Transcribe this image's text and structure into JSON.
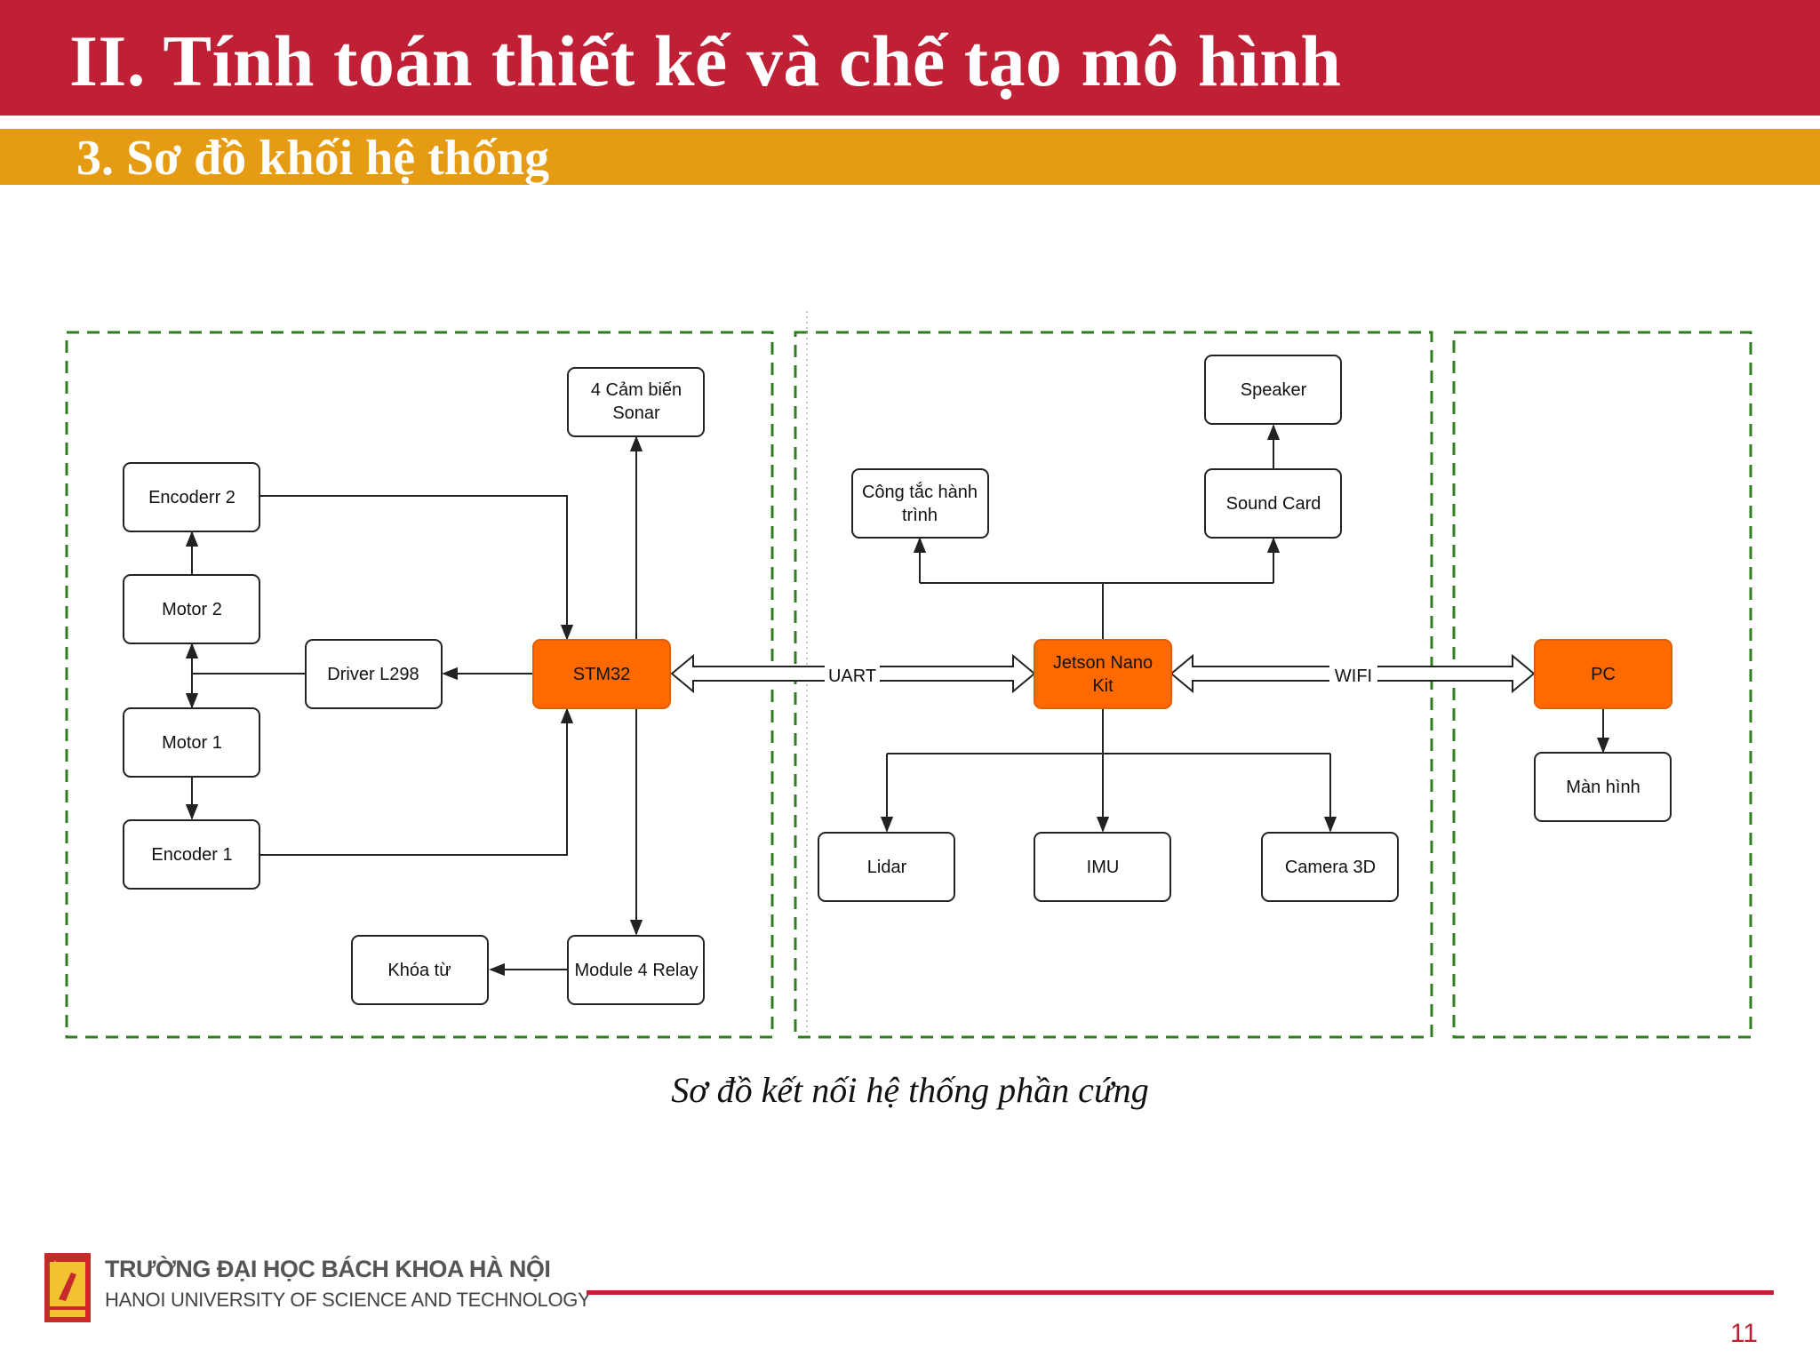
{
  "header": {
    "title": "II.  Tính toán thiết kế và chế tạo mô hình",
    "subtitle": "3. Sơ đồ khối hệ thống"
  },
  "diagram": {
    "nodes": {
      "sonar": [
        "4 Cảm biến",
        "Sonar"
      ],
      "encoder2": [
        "Encoderr 2"
      ],
      "motor2": [
        "Motor 2"
      ],
      "driver": [
        "Driver L298"
      ],
      "stm32": [
        "STM32"
      ],
      "motor1": [
        "Motor 1"
      ],
      "encoder1": [
        "Encoder 1"
      ],
      "khoatu": [
        "Khóa từ"
      ],
      "relay": [
        "Module 4 Relay"
      ],
      "switch": [
        "Công tắc hành",
        "trình"
      ],
      "speaker": [
        "Speaker"
      ],
      "soundcard": [
        "Sound Card"
      ],
      "jetson": [
        "Jetson Nano",
        "Kit"
      ],
      "lidar": [
        "Lidar"
      ],
      "imu": [
        "IMU"
      ],
      "camera": [
        "Camera 3D"
      ],
      "pc": [
        "PC"
      ],
      "screen": [
        "Màn hình"
      ]
    },
    "links": {
      "uart": "UART",
      "wifi": "WIFI"
    },
    "colors": {
      "orange_node": "#ff6a00",
      "group_border": "#2e7d1f",
      "title_bar": "#bf2035",
      "subtitle_bar": "#e69c12"
    }
  },
  "caption": "Sơ đồ kết nối hệ thống phần cứng",
  "footer": {
    "university_vn": "TRƯỜNG ĐẠI HỌC BÁCH KHOA HÀ NỘI",
    "university_en": "HANOI UNIVERSITY OF SCIENCE AND TECHNOLOGY",
    "logo_icon": "hust-logo-icon",
    "page_number": "11"
  }
}
